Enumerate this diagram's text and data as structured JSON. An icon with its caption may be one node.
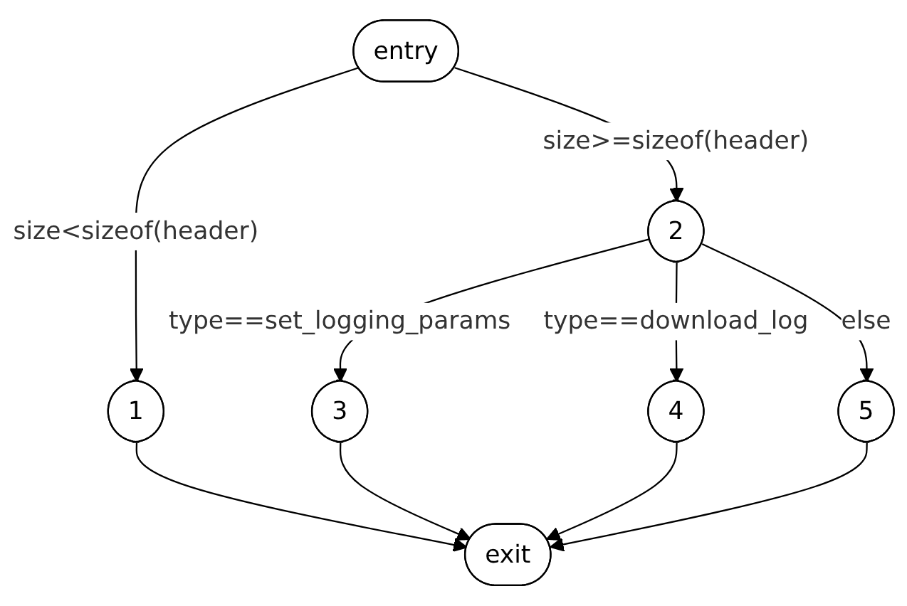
{
  "diagram": {
    "nodes": [
      {
        "text": [
          "entry"
        ]
      },
      {
        "text": [
          "2"
        ]
      },
      {
        "text": [
          "1"
        ]
      },
      {
        "text": [
          "3"
        ]
      },
      {
        "text": [
          "4"
        ]
      },
      {
        "text": [
          "5"
        ]
      },
      {
        "text": [
          "exit"
        ]
      }
    ],
    "edges": [
      {
        "from": 0,
        "to": 2,
        "arrow": "to",
        "label": "size<sizeof(header)"
      },
      {
        "from": 0,
        "to": 1,
        "arrow": "to",
        "label": "size>=sizeof(header)"
      },
      {
        "from": 1,
        "to": 3,
        "arrow": "to",
        "label": "type==set_logging_params"
      },
      {
        "from": 1,
        "to": 4,
        "arrow": "to",
        "label": "type==download_log"
      },
      {
        "from": 1,
        "to": 5,
        "arrow": "to",
        "label": "else"
      },
      {
        "from": 2,
        "to": 6,
        "arrow": "to"
      },
      {
        "from": 3,
        "to": 6,
        "arrow": "to"
      },
      {
        "from": 4,
        "to": 6,
        "arrow": "to"
      },
      {
        "from": 5,
        "to": 6,
        "arrow": "to"
      }
    ]
  }
}
